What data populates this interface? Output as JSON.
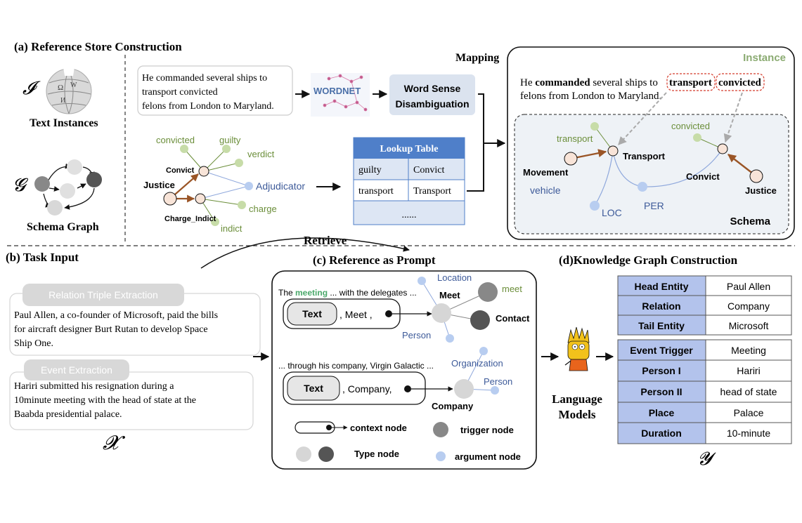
{
  "sections": {
    "a": "(a) Reference Store Construction",
    "b": "(b) Task Input",
    "c": "(c) Reference as Prompt",
    "d": "(d)Knowledge Graph Construction"
  },
  "labels": {
    "mapping": "Mapping",
    "retrieve": "Retrieve",
    "text_instances": "Text Instances",
    "schema_graph": "Schema Graph",
    "symbol_I": "𝓘",
    "symbol_G": "𝓖",
    "symbol_X": "𝓧",
    "symbol_Y": "𝓨",
    "language_models_1": "Language",
    "language_models_2": "Models"
  },
  "sentence": {
    "line1": "He commanded several ships to",
    "line2": "transport convicted",
    "line3": "felons from London to Maryland."
  },
  "wordnet": "WORDNET",
  "wsd": {
    "line1": "Word Sense",
    "line2": "Disambiguation"
  },
  "schema_small": {
    "convicted": "convicted",
    "guilty": "guilty",
    "verdict": "verdict",
    "convict": "Convict",
    "justice": "Justice",
    "adjudicator": "Adjudicator",
    "charge_indict": "Charge_Indict",
    "charge": "charge",
    "indict": "indict"
  },
  "lookup": {
    "title": "Lookup Table",
    "rows": [
      [
        "guilty",
        "Convict"
      ],
      [
        "transport",
        "Transport"
      ]
    ],
    "ellipsis": "......"
  },
  "instance": {
    "title": "Instance",
    "s1_a": "He ",
    "s1_b": "commanded",
    "s1_c": " several ships to ",
    "s1_d": "transport",
    "s1_e": "convicted",
    "s2": "felons from London to Maryland.",
    "schema_title": "Schema",
    "transport_small": "transport",
    "transport": "Transport",
    "movement": "Movement",
    "vehicle": "vehicle",
    "loc": "LOC",
    "per": "PER",
    "convicted": "convicted",
    "convict": "Convict",
    "justice": "Justice"
  },
  "tasks": {
    "relation_title": "Relation Triple Extraction",
    "relation_l1": "Paul Allen, a co-founder of Microsoft, paid the bills",
    "relation_l2": "for aircraft designer Burt Rutan to develop Space",
    "relation_l3": "Ship One.",
    "event_title": "Event Extraction",
    "event_l1": "Hariri submitted his resignation during a",
    "event_l2": "10minute meeting with the head of state at the",
    "event_l3": "Baabda presidential palace."
  },
  "prompt": {
    "s1_a": "The ",
    "s1_b": "meeting",
    "s1_c": " ... with the delegates ...",
    "location": "Location",
    "meet_bold": "Meet",
    "meet": "meet",
    "text1": "Text",
    "text1_suffix": ", Meet ,",
    "contact": "Contact",
    "person1": "Person",
    "s2": "... through his company, Virgin Galactic ...",
    "organization": "Organization",
    "person2": "Person",
    "text2": "Text",
    "text2_suffix": ", Company,",
    "company": "Company",
    "legend_context": "context node",
    "legend_trigger": "trigger node",
    "legend_type": "Type node",
    "legend_argument": "argument node"
  },
  "kg": {
    "table1": [
      [
        "Head Entity",
        "Paul Allen"
      ],
      [
        "Relation",
        "Company"
      ],
      [
        "Tail Entity",
        "Microsoft"
      ]
    ],
    "table2": [
      [
        "Event  Trigger",
        "Meeting"
      ],
      [
        "Person I",
        "Hariri"
      ],
      [
        "Person II",
        "head of state"
      ],
      [
        "Place",
        "Palace"
      ],
      [
        "Duration",
        "10-minute"
      ]
    ]
  },
  "colors": {
    "green": "#6b8e3a",
    "green_node": "#c7dca8",
    "blue_node": "#b8cdf0",
    "blue_text": "#3d5a99",
    "brown": "#9a5526",
    "table_header": "#4f7fc9",
    "table_label": "#b3c3ec",
    "red_dashed": "#d43a2a",
    "meeting_green": "#4aa86a"
  }
}
